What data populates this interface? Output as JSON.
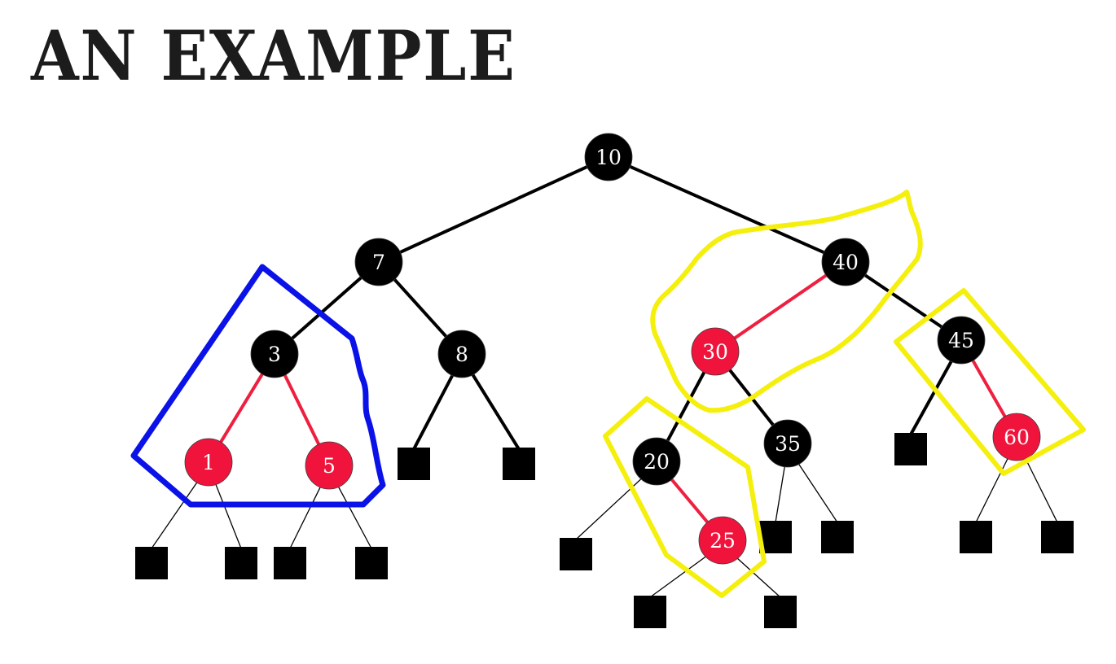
{
  "title": "AN EXAMPLE",
  "colors": {
    "black_node": "#000000",
    "red_node": "#f0143c",
    "red_edge": "#ee1f3f",
    "black_edge": "#000000",
    "leaf": "#000000",
    "blue_outline": "#0a12e8",
    "yellow_outline": "#f5ef0d",
    "node_text": "#ffffff"
  },
  "tree": {
    "nodes": [
      {
        "id": "n10",
        "key": "10",
        "color": "black"
      },
      {
        "id": "n7",
        "key": "7",
        "color": "black"
      },
      {
        "id": "n40",
        "key": "40",
        "color": "black"
      },
      {
        "id": "n3",
        "key": "3",
        "color": "black"
      },
      {
        "id": "n8",
        "key": "8",
        "color": "black"
      },
      {
        "id": "n30",
        "key": "30",
        "color": "red"
      },
      {
        "id": "n45",
        "key": "45",
        "color": "black"
      },
      {
        "id": "n1",
        "key": "1",
        "color": "red"
      },
      {
        "id": "n5",
        "key": "5",
        "color": "red"
      },
      {
        "id": "n20",
        "key": "20",
        "color": "black"
      },
      {
        "id": "n35",
        "key": "35",
        "color": "black"
      },
      {
        "id": "n60",
        "key": "60",
        "color": "red"
      },
      {
        "id": "n25",
        "key": "25",
        "color": "red"
      }
    ],
    "edges": [
      {
        "from": "n10",
        "to": "n7",
        "color": "black"
      },
      {
        "from": "n10",
        "to": "n40",
        "color": "black"
      },
      {
        "from": "n7",
        "to": "n3",
        "color": "black"
      },
      {
        "from": "n7",
        "to": "n8",
        "color": "black"
      },
      {
        "from": "n3",
        "to": "n1",
        "color": "red"
      },
      {
        "from": "n3",
        "to": "n5",
        "color": "red"
      },
      {
        "from": "n40",
        "to": "n30",
        "color": "red"
      },
      {
        "from": "n40",
        "to": "n45",
        "color": "black"
      },
      {
        "from": "n30",
        "to": "n20",
        "color": "black"
      },
      {
        "from": "n30",
        "to": "n35",
        "color": "black"
      },
      {
        "from": "n45",
        "to": "n60",
        "color": "red"
      },
      {
        "from": "n20",
        "to": "n25",
        "color": "red"
      }
    ],
    "leaves": [
      {
        "parent": "n8",
        "side": "left"
      },
      {
        "parent": "n8",
        "side": "right"
      },
      {
        "parent": "n45",
        "side": "left"
      },
      {
        "parent": "n1",
        "side": "left"
      },
      {
        "parent": "n1",
        "side": "right"
      },
      {
        "parent": "n5",
        "side": "left"
      },
      {
        "parent": "n5",
        "side": "right"
      },
      {
        "parent": "n20",
        "side": "left"
      },
      {
        "parent": "n35",
        "side": "left"
      },
      {
        "parent": "n35",
        "side": "right"
      },
      {
        "parent": "n60",
        "side": "left"
      },
      {
        "parent": "n60",
        "side": "right"
      },
      {
        "parent": "n25",
        "side": "left"
      },
      {
        "parent": "n25",
        "side": "right"
      }
    ]
  },
  "annotations": [
    {
      "id": "blue-group",
      "color": "blue",
      "encloses": [
        "n3",
        "n1",
        "n5"
      ]
    },
    {
      "id": "yellow-group-40-30",
      "color": "yellow",
      "encloses": [
        "n40",
        "n30"
      ]
    },
    {
      "id": "yellow-group-45-60",
      "color": "yellow",
      "encloses": [
        "n45",
        "n60"
      ]
    },
    {
      "id": "yellow-group-20-25",
      "color": "yellow",
      "encloses": [
        "n20",
        "n25"
      ]
    }
  ]
}
